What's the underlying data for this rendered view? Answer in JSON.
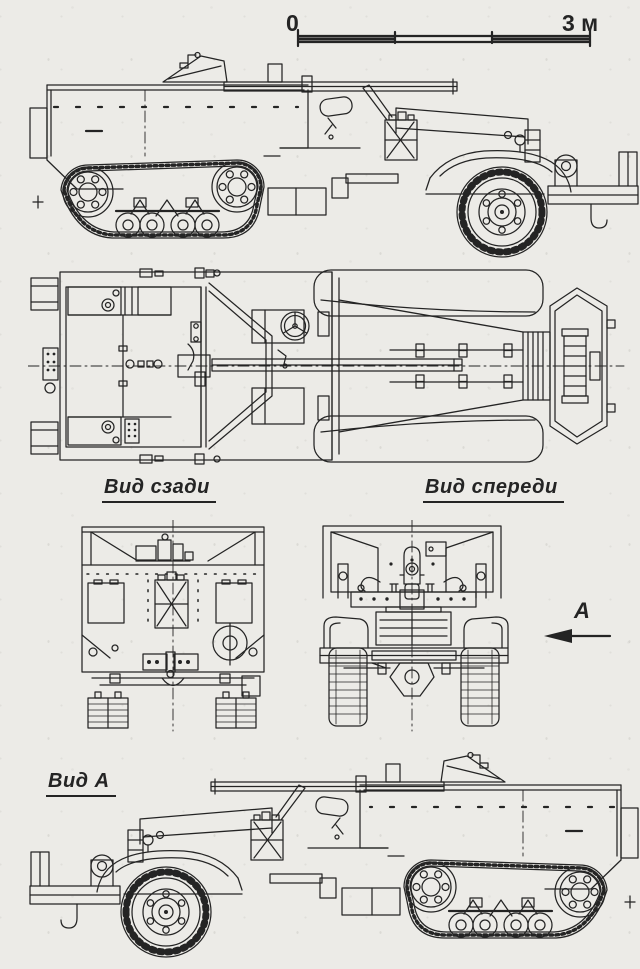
{
  "colors": {
    "paper": "#ecebe7",
    "ink": "#242424"
  },
  "scale_bar": {
    "zero_label": "0",
    "max_label": "3 м"
  },
  "labels": {
    "rear_view": "Вид сзади",
    "front_view": "Вид спереди",
    "view_a": "Вид А",
    "arrow": "А"
  }
}
